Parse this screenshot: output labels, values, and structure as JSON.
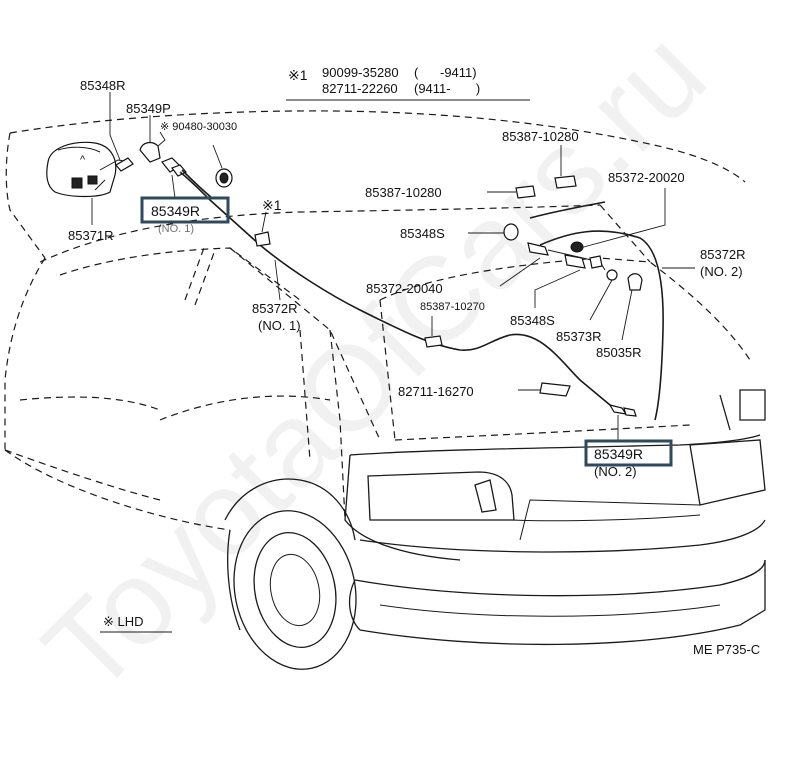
{
  "header_note": {
    "mark": "※1",
    "line1_part": "90099-35280",
    "line1_range": "(      -9411)",
    "line2_part": "82711-22260",
    "line2_range": "(9411-       )"
  },
  "labels": {
    "p85348R": "85348R",
    "p85349P": "85349P",
    "p90480": "※ 90480-30030",
    "p85349R_no1": "85349R",
    "p85349R_no1_sub": "(NO. 1)",
    "p85371R": "85371R",
    "mark1": "※1",
    "p85372R_no1": "85372R",
    "p85372R_no1_sub": "(NO. 1)",
    "p85387_top": "85387-10280",
    "p85387_mid": "85387-10280",
    "p85372_20020": "85372-20020",
    "p85348S_a": "85348S",
    "p85372R_no2": "85372R",
    "p85372R_no2_sub": "(NO. 2)",
    "p85372_20040": "85372-20040",
    "p85387_10270": "85387-10270",
    "p85348S_b": "85348S",
    "p85373R": "85373R",
    "p85035R": "85035R",
    "p82711": "82711-16270",
    "p85349R_no2": "85349R",
    "p85349R_no2_sub": "(NO. 2)",
    "lhd": "※ LHD",
    "code": "ME P735-C"
  },
  "highlight_color": "#2f4a5c",
  "watermark": "ToyotaOfCars.ru"
}
